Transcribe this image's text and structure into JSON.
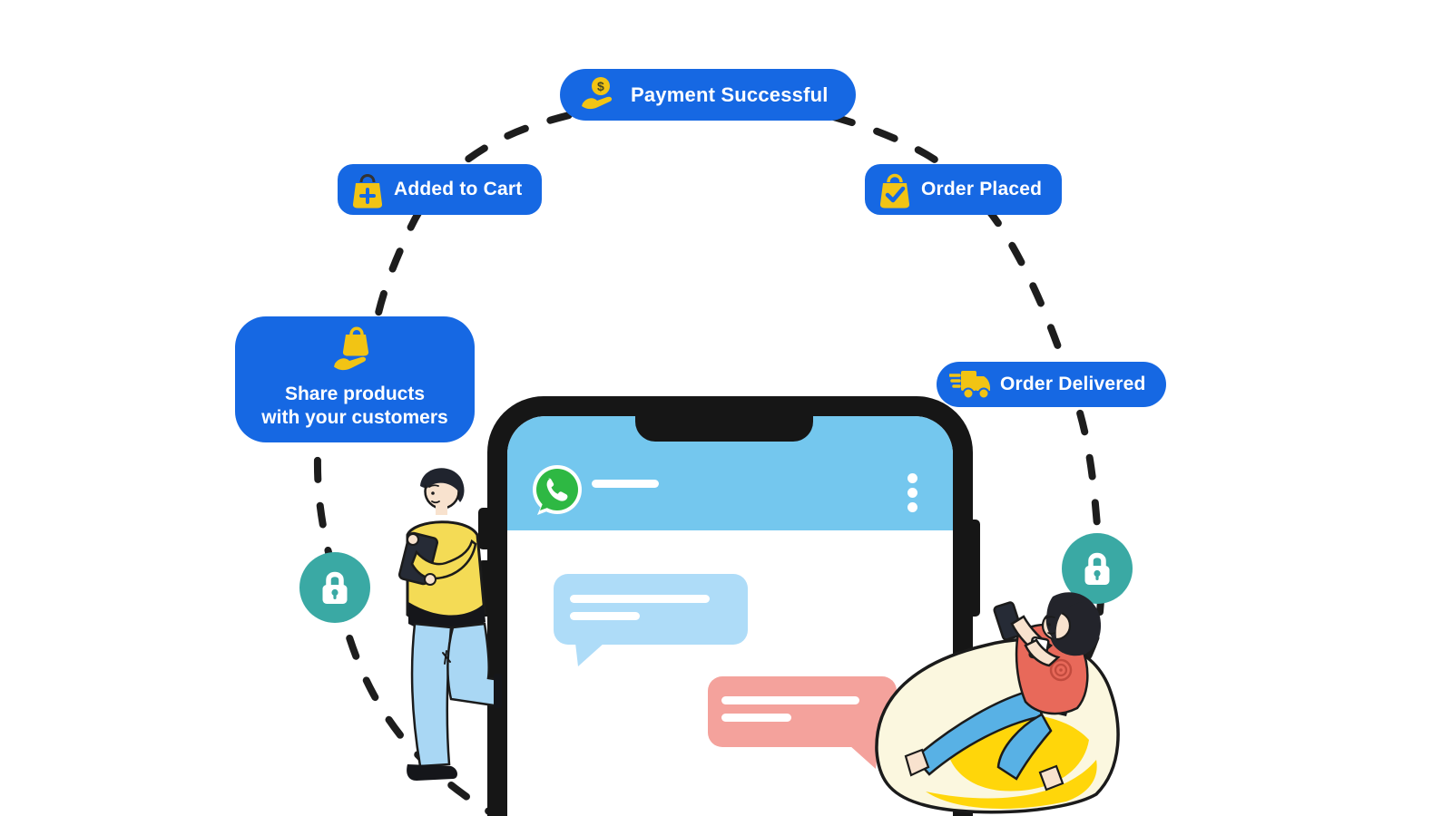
{
  "flow": {
    "steps": {
      "payment": {
        "label": "Payment Successful",
        "icon": "coin-in-hand-icon"
      },
      "added_to_cart": {
        "label": "Added to Cart",
        "icon": "bag-plus-icon"
      },
      "order_placed": {
        "label": "Order Placed",
        "icon": "bag-check-icon"
      },
      "order_delivered": {
        "label": "Order Delivered",
        "icon": "delivery-truck-icon"
      }
    },
    "share_card": {
      "line1": "Share products",
      "line2": "with your customers",
      "icon": "hand-holding-bag-icon"
    },
    "security_badges": {
      "icon": "lock-icon",
      "count": 2
    }
  },
  "phone": {
    "header": {
      "logo_icon": "whatsapp-icon",
      "contact_name": "",
      "menu_icon": "kebab-menu-icon"
    },
    "messages": [
      {
        "direction": "incoming",
        "color": "#AEDCF8",
        "placeholder_lines": 2
      },
      {
        "direction": "outgoing",
        "color": "#F4A29C",
        "placeholder_lines": 2
      }
    ]
  },
  "colors": {
    "badge_blue": "#1668E3",
    "icon_yellow": "#F2C414",
    "lock_teal": "#3AA9A4",
    "chat_header_blue": "#74C7EE",
    "whatsapp_green": "#2EB843",
    "bubble_incoming": "#AEDCF8",
    "bubble_outgoing": "#F4A29C",
    "dash_line": "#1D1D1D",
    "phone_frame": "#161616",
    "beanbag_cream": "#FBF7DF",
    "beanbag_yellow": "#FFD60A",
    "shirt_yellow": "#F4DB55",
    "shirt_coral": "#E8695A",
    "pants_light_blue": "#A9D7F4",
    "pants_blue": "#58B1E5"
  }
}
